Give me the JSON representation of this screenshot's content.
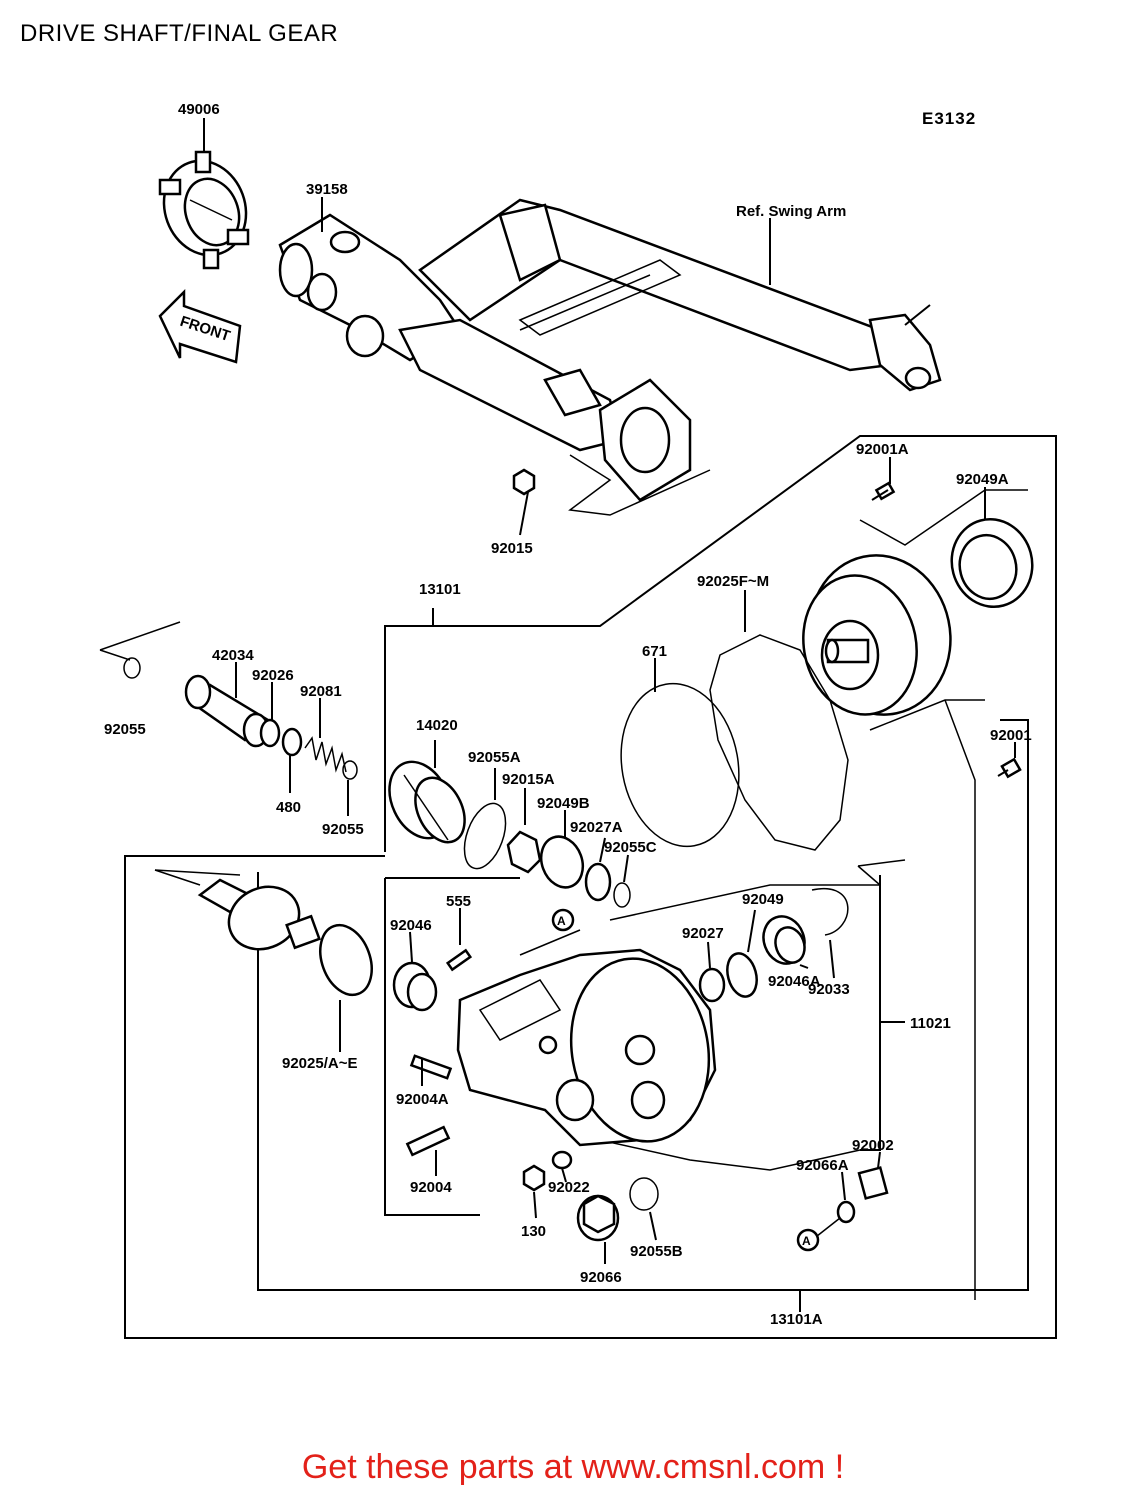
{
  "title": "DRIVE SHAFT/FINAL GEAR",
  "footer": "Get these parts at www.cmsnl.com !",
  "diagram_code": "E3132",
  "colors": {
    "footer_text": "#e32119",
    "ink": "#000000",
    "background": "#ffffff"
  },
  "callouts": {
    "front": "FRONT",
    "ref_swing_arm": "Ref. Swing Arm",
    "ref_a_1": "A",
    "ref_a_2": "A"
  },
  "part_labels": [
    "49006",
    "39158",
    "92015",
    "13101",
    "92001A",
    "92049A",
    "92025F~M",
    "671",
    "92001",
    "42034",
    "92026",
    "92081",
    "92055",
    "480",
    "92055",
    "14020",
    "92055A",
    "92015A",
    "92049B",
    "92027A",
    "92055C",
    "555",
    "92046",
    "92049",
    "92027",
    "92033",
    "92046A",
    "11021",
    "92025/A~E",
    "92004A",
    "92004",
    "130",
    "92022",
    "92066",
    "92055B",
    "92002",
    "92066A",
    "13101A"
  ]
}
